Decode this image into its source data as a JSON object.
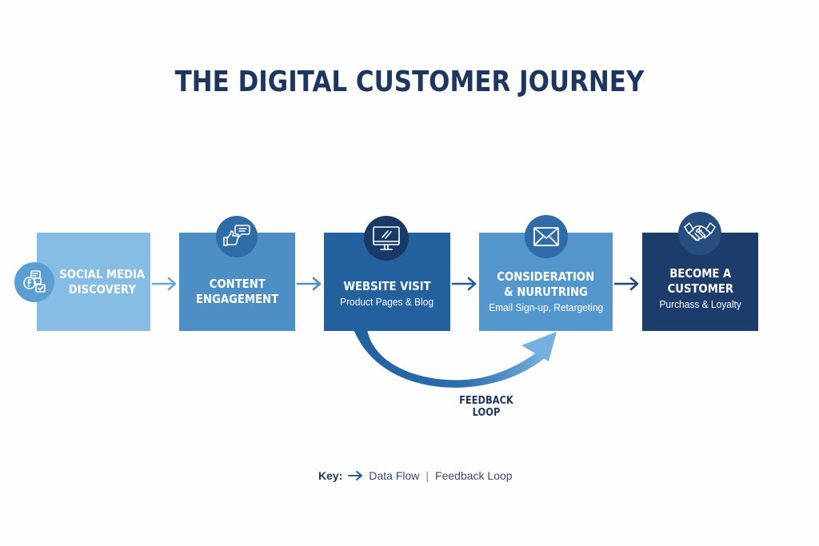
{
  "title": "THE DIGITAL CUSTOMER JOURNEY",
  "stages": [
    {
      "heading_line1": "SOCIAL MEDIA",
      "heading_line2": "DISCOVERY",
      "subtitle": "",
      "icon": "social-media-icon",
      "color": "#85bde4"
    },
    {
      "heading_line1": "CONTENT",
      "heading_line2": "ENGAGEMENT",
      "subtitle": "",
      "icon": "thumbs-up-chat-icon",
      "color": "#4d8fc4"
    },
    {
      "heading_line1": "WEBSITE VISIT",
      "heading_line2": "",
      "subtitle": "Product Pages & Blog",
      "icon": "monitor-icon",
      "color": "#22609e"
    },
    {
      "heading_line1": "CONSIDERATION",
      "heading_line2": "& NURUTRING",
      "subtitle": "Email Sign-up, Retargeting",
      "icon": "envelope-icon",
      "color": "#5497cc"
    },
    {
      "heading_line1": "BECOME A",
      "heading_line2": "CUSTOMER",
      "subtitle": "Purchass & Loyalty",
      "icon": "handshake-icon",
      "color": "#1c3c6c"
    }
  ],
  "feedback_loop": {
    "label": "FEEDBACK LOOP",
    "from_stage": "WEBSITE VISIT",
    "to_stage": "CONSIDERATION & NURUTRING"
  },
  "key": {
    "label": "Key:",
    "data_flow": "Data Flow",
    "separator": "|",
    "feedback_loop": "Feedback Loop"
  }
}
